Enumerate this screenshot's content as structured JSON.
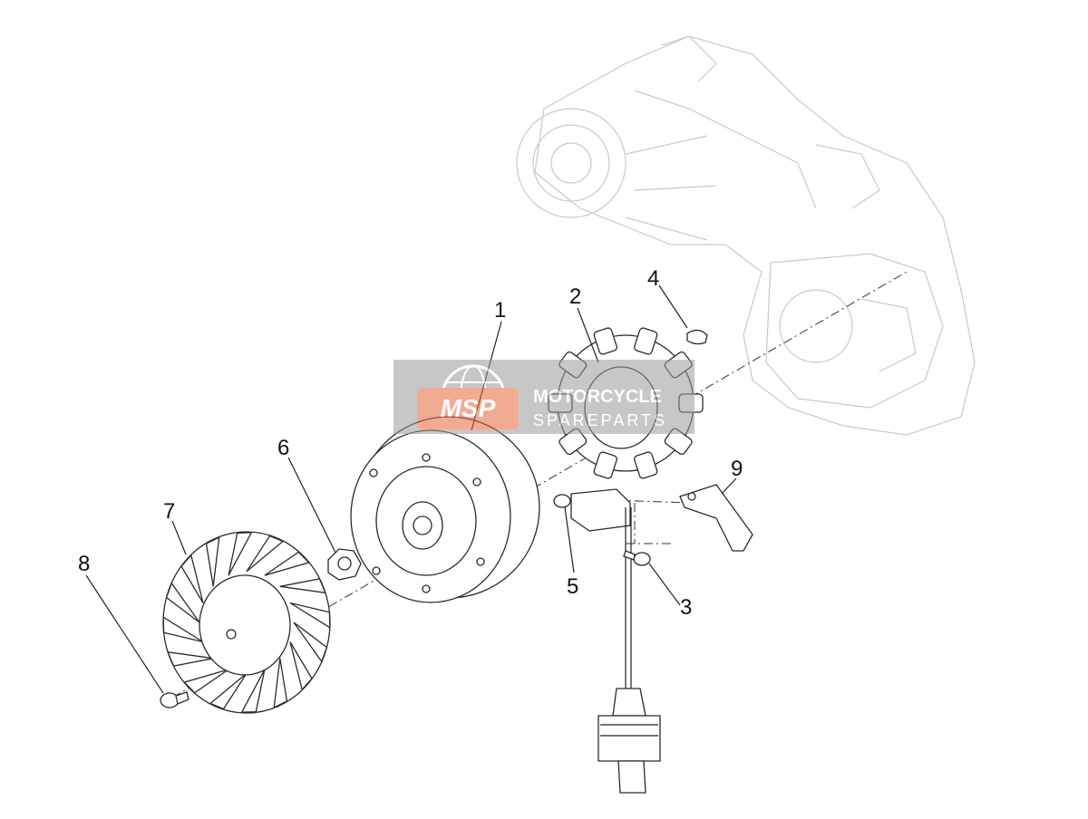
{
  "callouts": [
    {
      "id": "1",
      "label": "1"
    },
    {
      "id": "2",
      "label": "2"
    },
    {
      "id": "3",
      "label": "3"
    },
    {
      "id": "4",
      "label": "4"
    },
    {
      "id": "5",
      "label": "5"
    },
    {
      "id": "6",
      "label": "6"
    },
    {
      "id": "7",
      "label": "7"
    },
    {
      "id": "8",
      "label": "8"
    },
    {
      "id": "9",
      "label": "9"
    }
  ],
  "watermark": {
    "logo_text": "MSP",
    "line1": "MOTORCYCLE",
    "line2": "SPAREPARTS",
    "colors": {
      "badge": "#e8673c",
      "panel": "#9a9a9a"
    }
  }
}
